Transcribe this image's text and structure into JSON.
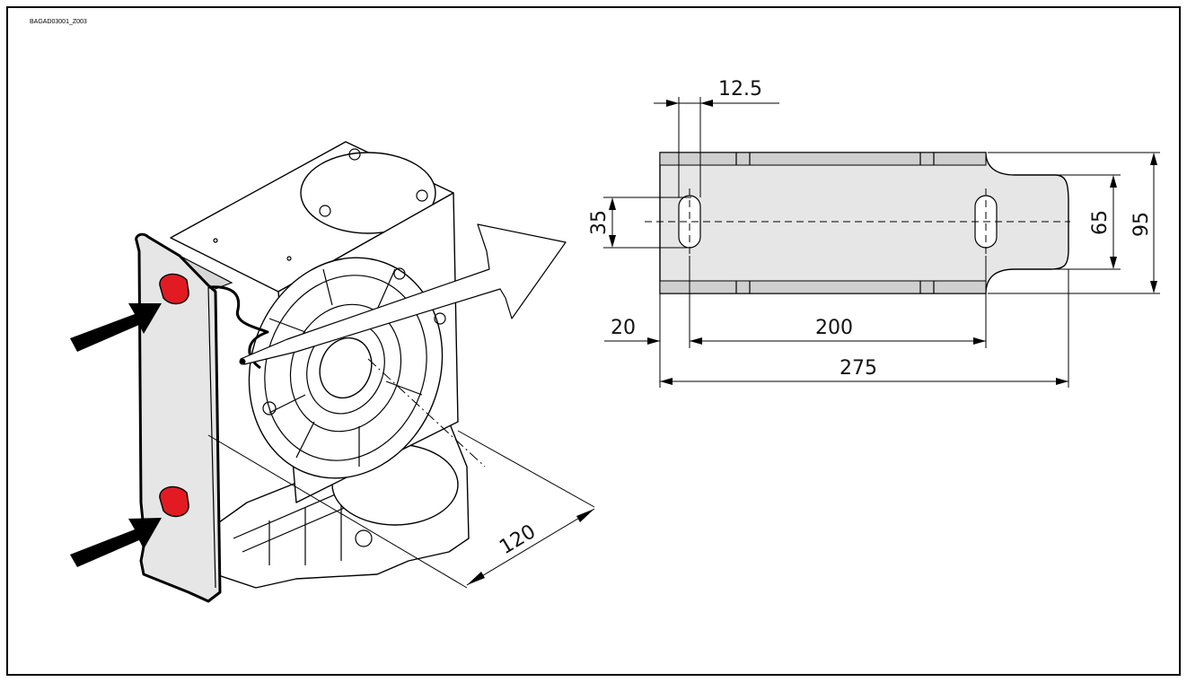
{
  "drawing_ref": "BAGAD03001_Z003",
  "dimensions": {
    "slot_width": "12.5",
    "slot_length": "35",
    "bracket_overall_length": "275",
    "slot_spacing": "200",
    "edge_to_slot": "20",
    "inner_width": "65",
    "overall_width": "95",
    "projection_depth": "120"
  },
  "colors": {
    "slot_highlight": "#e21a22",
    "plate_fill": "#e6e6e6",
    "line": "#000000"
  },
  "icons": [
    "mounting-arrow-icon",
    "view-callout-arrow-icon"
  ]
}
